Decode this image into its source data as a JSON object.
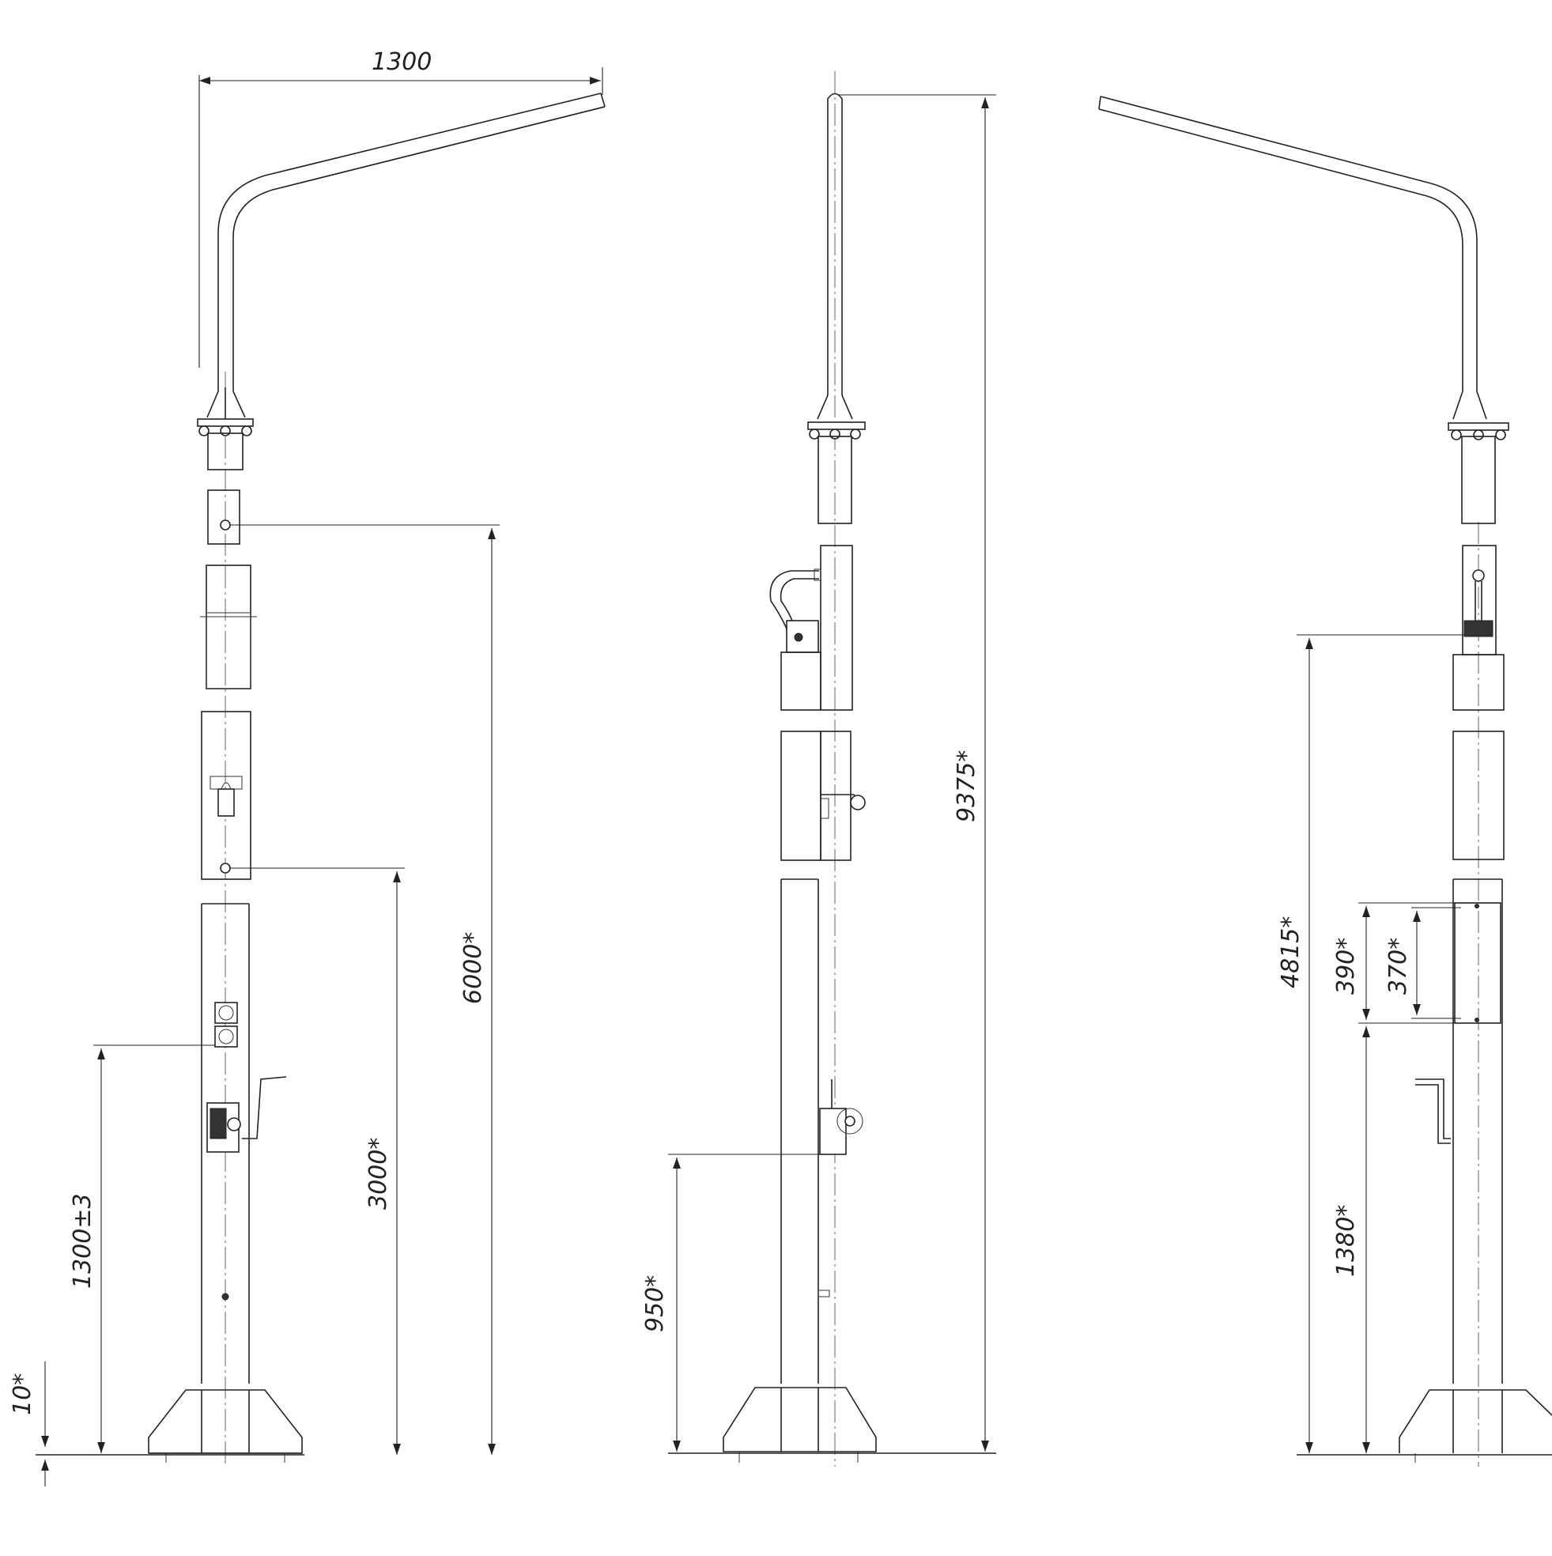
{
  "dimensions": {
    "arm_reach": "1300",
    "total_height": "9375*",
    "upper_hole_height": "6000*",
    "lower_hole_height": "3000*",
    "label_height": "1300±3",
    "base_plate": "10*",
    "winch_height": "950*",
    "bracket_height": "4815*",
    "hatch_outer": "390*",
    "hatch_inner": "370*",
    "hatch_bottom": "1380*"
  },
  "colors": {
    "line": "#222222",
    "background": "#ffffff"
  }
}
